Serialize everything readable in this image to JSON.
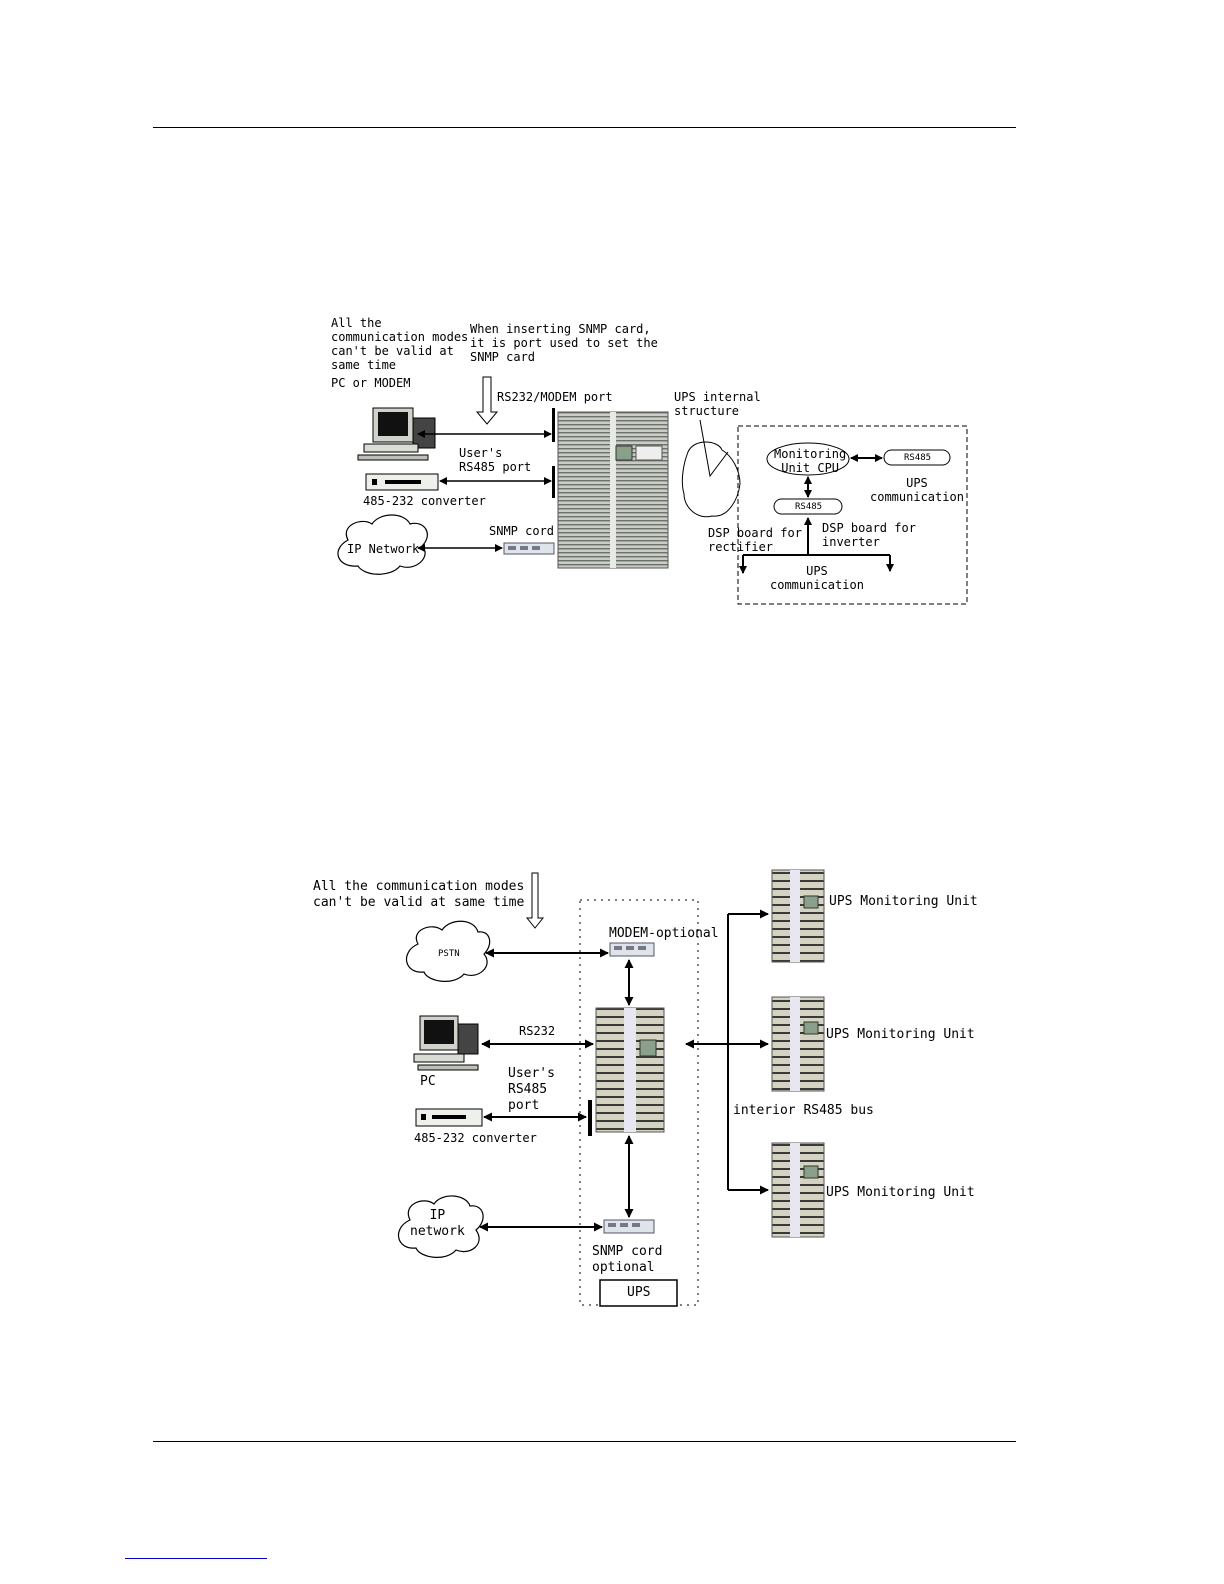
{
  "diagram1": {
    "note": "All the\ncommunication modes\ncan't be valid at\nsame time",
    "snmp_note": "When inserting SNMP card,\nit is port used to set the\nSNMP card",
    "pc_modem": "PC or MODEM",
    "rs232_port": "RS232/MODEM port",
    "users_rs485": "User's\nRS485 port",
    "converter": "485-232 converter",
    "snmp_cord": "SNMP cord",
    "ip_network": "IP Network",
    "internal_structure": "UPS internal\nstructure",
    "monitoring_cpu": "Monitoring\nUnit CPU",
    "rs485_a": "RS485",
    "rs485_b": "RS485",
    "ups_comm_right": "UPS\ncommunication",
    "dsp_rectifier": "DSP board for\nrectifier",
    "dsp_inverter": "DSP board for\ninverter",
    "ups_comm_bottom": "UPS\ncommunication"
  },
  "diagram2": {
    "note": "All the communication modes\ncan't be valid at same time",
    "pstn": "PSTN",
    "modem_optional": "MODEM-optional",
    "rs232": "RS232",
    "pc": "PC",
    "users_rs485": "User's\nRS485\nport",
    "converter": "485-232 converter",
    "ip_network": "IP\nnetwork",
    "snmp_cord": "SNMP cord\noptional",
    "ups_box": "UPS",
    "interior_bus": "interior RS485 bus",
    "monitor_units": [
      "UPS Monitoring Unit",
      "UPS Monitoring Unit",
      "UPS Monitoring Unit"
    ]
  }
}
